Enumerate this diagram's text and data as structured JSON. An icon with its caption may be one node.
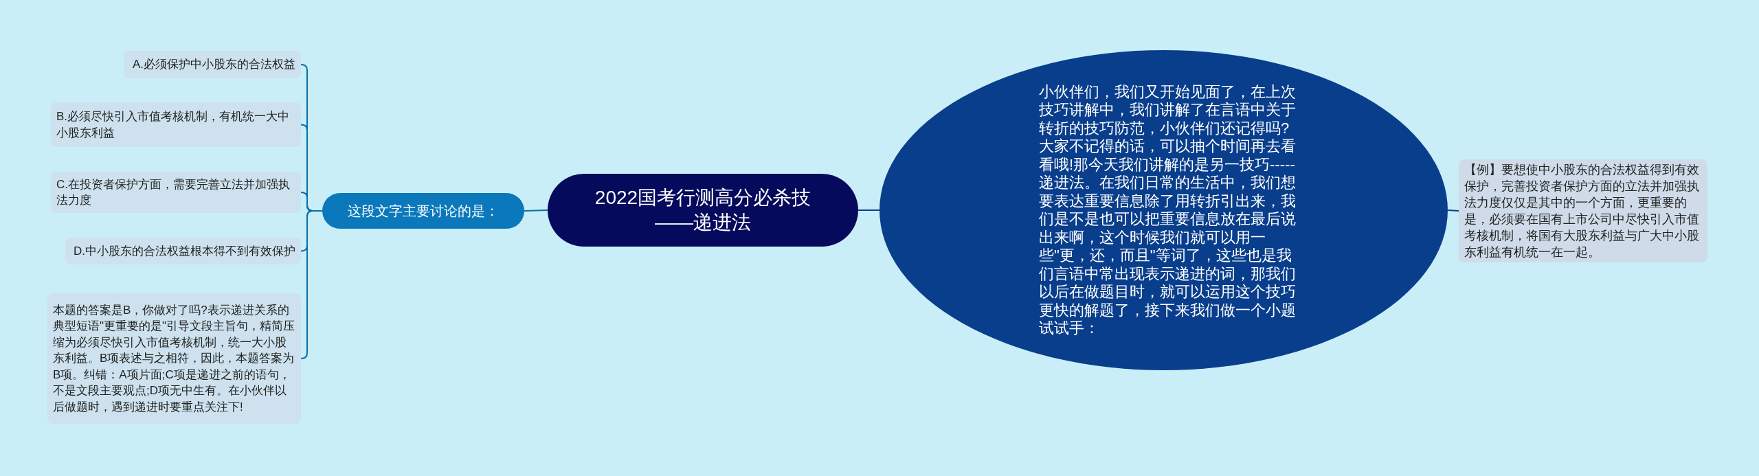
{
  "diagram": {
    "nodes": [
      {
        "text": [
          "2022国考行测高分必杀技——递进法"
        ]
      },
      {
        "text": [
          "这段文字主要讨论的是："
        ]
      },
      {
        "text": [
          "A.必须保护中小股东的合法权益"
        ]
      },
      {
        "text": [
          "B.必须尽快引入市值考核机制，有机统一大中小股东利益"
        ]
      },
      {
        "text": [
          "C.在投资者保护方面，需要完善立法并加强执法力度"
        ]
      },
      {
        "text": [
          "D.中小股东的合法权益根本得不到有效保护"
        ]
      },
      {
        "text": [
          "本题的答案是B，你做对了吗?表示递进关系的典型短语\"更重要的是\"引导文段主旨句，精简压缩为必须尽快引入市值考核机制，统一大小股东利益。B项表述与之相符，因此，本题答案为B项。纠错：A项片面;C项是递进之前的语句，不是文段主要观点;D项无中生有。在小伙伴以后做题时，遇到递进时要重点关注下!"
        ]
      },
      {
        "text": [
          "小伙伴们，我们又开始见面了，在上次技巧讲解中，我们讲解了在言语中关于转折的技巧防范，小伙伴们还记得吗?大家不记得的话，可以抽个时间再去看看哦!那今天我们讲解的是另一技巧-----递进法。在我们日常的生活中，我们想要表达重要信息除了用转折引出来，我们是不是也可以把重要信息放在最后说出来啊，这个时候我们就可以用一些\"更，还，而且\"等词了，这些也是我们言语中常出现表示递进的词，那我们以后在做题目时，就可以运用这个技巧更快的解题了，接下来我们做一个小题试试手："
        ]
      },
      {
        "text": [
          "【例】要想使中小股东的合法权益得到有效保护，完善投资者保护方面的立法并加强执法力度仅仅是其中的一个方面，更重要的是，必须要在国有上市公司中尽快引入市值考核机制，将国有大股东利益与广大中小股东利益有机统一在一起。"
        ]
      }
    ],
    "edges": [
      {
        "from": 0,
        "to": 1,
        "arrow": "none"
      },
      {
        "from": 1,
        "to": 2,
        "arrow": "none"
      },
      {
        "from": 1,
        "to": 3,
        "arrow": "none"
      },
      {
        "from": 1,
        "to": 4,
        "arrow": "none"
      },
      {
        "from": 1,
        "to": 5,
        "arrow": "none"
      },
      {
        "from": 1,
        "to": 6,
        "arrow": "none"
      },
      {
        "from": 0,
        "to": 7,
        "arrow": "none"
      },
      {
        "from": 7,
        "to": 8,
        "arrow": "none"
      }
    ]
  }
}
